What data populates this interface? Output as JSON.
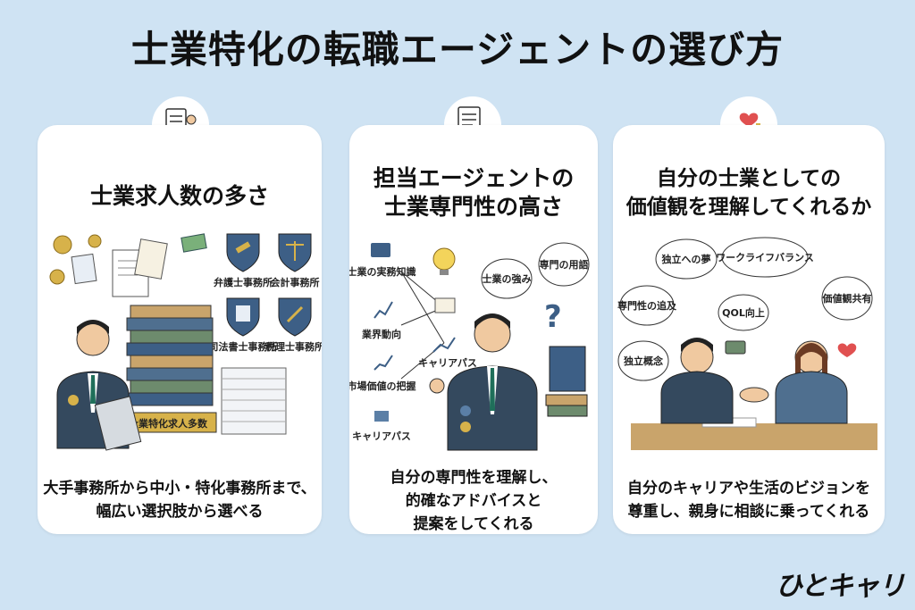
{
  "title": "士業特化の転職エージェントの選び方",
  "cards": [
    {
      "title_lines": [
        "士業求人数の多さ"
      ],
      "desc_lines": [
        "大手事務所から中小・特化事務所まで、",
        "幅広い選択肢から選べる"
      ],
      "labels": {
        "lawyer": "弁護士事務所",
        "accounting": "会計事務所",
        "scrivener": "司法書士事務所",
        "tax": "税理士事務所",
        "books": "士業特化求人多数"
      }
    },
    {
      "title_lines": [
        "担当エージェントの",
        "士業専門性の高さ"
      ],
      "desc_lines": [
        "自分の専門性を理解し、",
        "的確なアドバイスと",
        "提案をしてくれる"
      ],
      "labels": {
        "practice": "士業の実務知識",
        "trend": "業界動向",
        "market": "市場価値の把握",
        "career_path": "キャリアパス",
        "career_path2": "キャリアパス",
        "strength": "士業の強み",
        "terms": "専門の用語"
      }
    },
    {
      "title_lines": [
        "自分の士業としての",
        "価値観を理解してくれるか"
      ],
      "desc_lines": [
        "自分のキャリアや生活のビジョンを",
        "尊重し、親身に相談に乗ってくれる"
      ],
      "labels": {
        "independence_dream": "独立への夢",
        "worklife": "ワークライフバランス",
        "specialty": "専門性の追及",
        "qol": "QOL向上",
        "shared_values": "価値観共有",
        "independence": "独立概念"
      }
    }
  ],
  "logo": "ひとキャリ",
  "colors": {
    "background": "#cfe3f3",
    "card": "#ffffff",
    "suit": "#34495e",
    "accent_blue": "#3d5f86",
    "gold": "#d7b24a",
    "heart": "#e05050"
  }
}
